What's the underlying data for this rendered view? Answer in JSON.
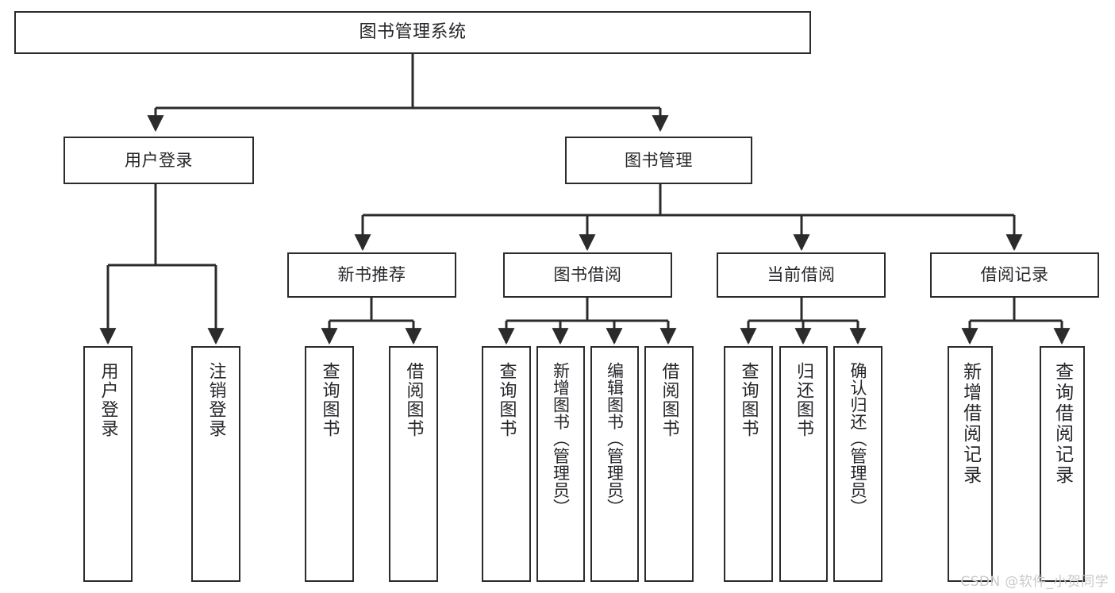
{
  "diagram": {
    "title": "图书管理系统",
    "type": "tree-hierarchy",
    "watermark": "CSDN @软件_小贺同学",
    "colors": {
      "box_border": "#2b2b2b",
      "box_fill": "#ffffff",
      "text": "#26262b",
      "connector": "#2b2b2b",
      "background": "#ffffff",
      "watermark": "#c9c9c9"
    },
    "levels": {
      "root": "图书管理系统",
      "level2": [
        "用户登录",
        "图书管理"
      ],
      "level3": [
        "新书推荐",
        "图书借阅",
        "当前借阅",
        "借阅记录"
      ]
    },
    "nodes": {
      "root": "图书管理系统",
      "user_login": "用户登录",
      "book_manage": "图书管理",
      "new_book_rec": "新书推荐",
      "book_borrow": "图书借阅",
      "current_borrow": "当前借阅",
      "borrow_record": "借阅记录",
      "leaf_user_login": "用户登录",
      "leaf_logout": "注销登录",
      "leaf_query_book_1": "查询图书",
      "leaf_borrow_book_1": "借阅图书",
      "leaf_query_book_2": "查询图书",
      "leaf_add_book": "新增图书（管理员）",
      "leaf_edit_book": "编辑图书（管理员）",
      "leaf_borrow_book_2": "借阅图书",
      "leaf_query_book_3": "查询图书",
      "leaf_return_book": "归还图书",
      "leaf_confirm_return": "确认归还（管理员）",
      "leaf_add_record": "新增借阅记录",
      "leaf_query_record": "查询借阅记录"
    }
  }
}
